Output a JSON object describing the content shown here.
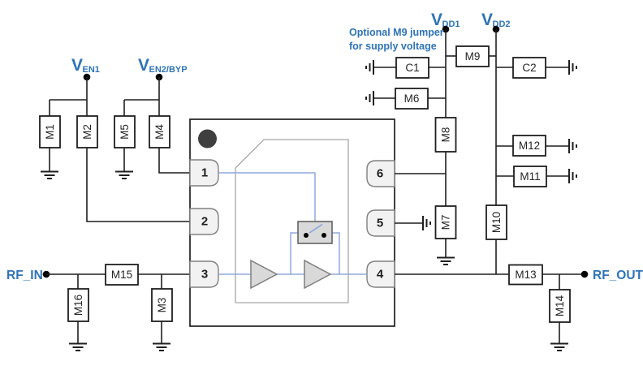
{
  "colors": {
    "accent_blue": "#2e74b5",
    "internal_wire_blue": "#8faadc",
    "wire_black": "#1f1f1f",
    "component_fill": "#ffffff",
    "pin_fill": "#f2f2f2",
    "switch_fill": "#d9d9d9",
    "amp_fill": "#d9d9d9",
    "pin1_marker": "#3f3f3f"
  },
  "labels": {
    "ven1_main": "V",
    "ven1_sub": "EN1",
    "ven2_main": "V",
    "ven2_sub": "EN2/BYP",
    "vdd1_main": "V",
    "vdd1_sub": "DD1",
    "vdd2_main": "V",
    "vdd2_sub": "DD2",
    "rf_in": "RF_IN",
    "rf_out": "RF_OUT",
    "note_line1": "Optional M9 jumper",
    "note_line2": "for supply voltage"
  },
  "components": {
    "m1": "M1",
    "m2": "M2",
    "m3": "M3",
    "m4": "M4",
    "m5": "M5",
    "m6": "M6",
    "m7": "M7",
    "m8": "M8",
    "m9": "M9",
    "m10": "M10",
    "m11": "M11",
    "m12": "M12",
    "m13": "M13",
    "m14": "M14",
    "m15": "M15",
    "m16": "M16",
    "c1": "C1",
    "c2": "C2"
  },
  "ic": {
    "pin1": "1",
    "pin2": "2",
    "pin3": "3",
    "pin4": "4",
    "pin5": "5",
    "pin6": "6"
  }
}
